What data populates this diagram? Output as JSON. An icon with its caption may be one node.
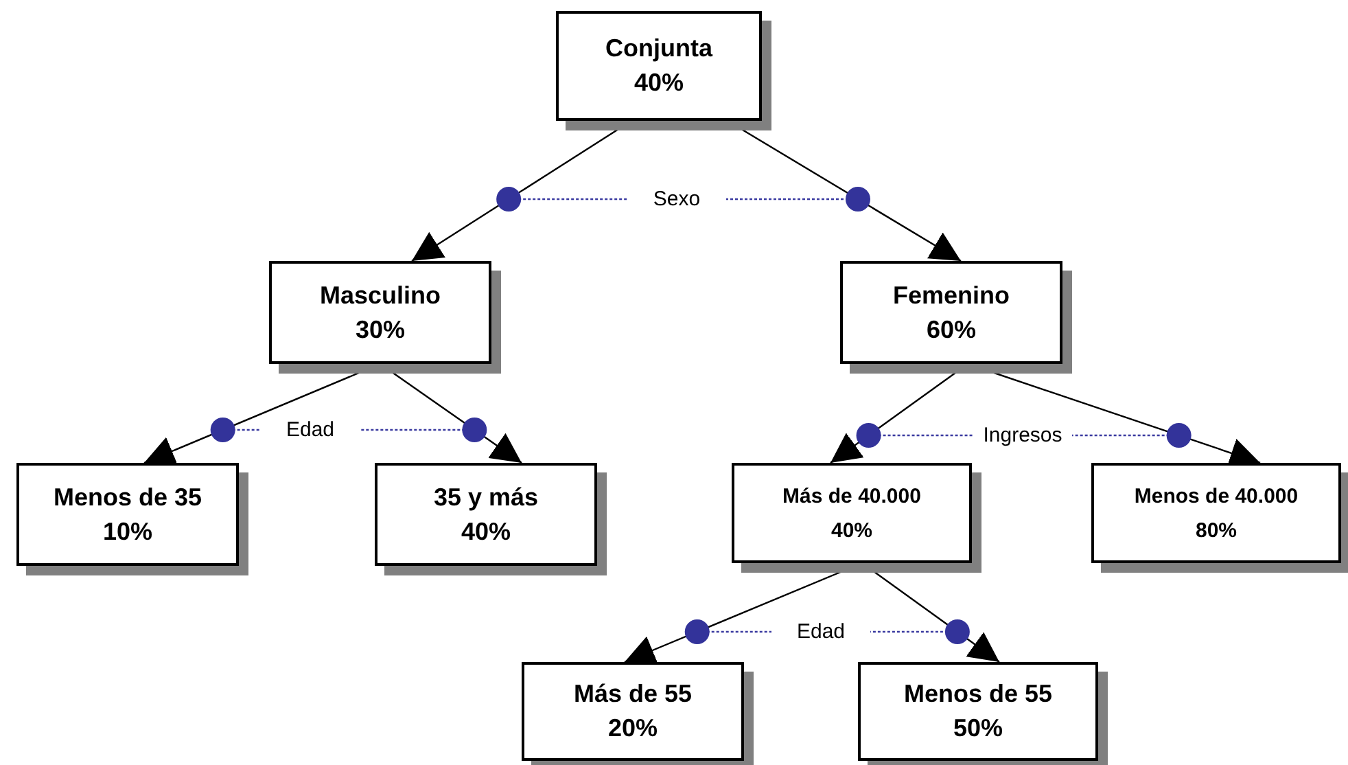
{
  "diagram": {
    "nodes": [
      {
        "text": [
          "Conjunta",
          "40%"
        ]
      },
      {
        "text": [
          "Masculino",
          "30%"
        ]
      },
      {
        "text": [
          "Femenino",
          "60%"
        ]
      },
      {
        "text": [
          "Menos de 35",
          "10%"
        ]
      },
      {
        "text": [
          "35 y más",
          "40%"
        ]
      },
      {
        "text": [
          "Más de 40.000",
          "40%"
        ]
      },
      {
        "text": [
          "Menos de 40.000",
          "80%"
        ]
      },
      {
        "text": [
          "Más de 55",
          "20%"
        ]
      },
      {
        "text": [
          "Menos de 55",
          "50%"
        ]
      }
    ],
    "edges": [
      {
        "from": 0,
        "to": 1,
        "arrow": "to"
      },
      {
        "from": 0,
        "to": 2,
        "arrow": "to"
      },
      {
        "from": 1,
        "to": 3,
        "arrow": "to"
      },
      {
        "from": 1,
        "to": 4,
        "arrow": "to"
      },
      {
        "from": 2,
        "to": 5,
        "arrow": "to"
      },
      {
        "from": 2,
        "to": 6,
        "arrow": "to"
      },
      {
        "from": 5,
        "to": 7,
        "arrow": "to"
      },
      {
        "from": 5,
        "to": 8,
        "arrow": "to"
      }
    ],
    "labels": [
      "Sexo",
      "Edad",
      "Ingresos",
      "Edad"
    ]
  }
}
